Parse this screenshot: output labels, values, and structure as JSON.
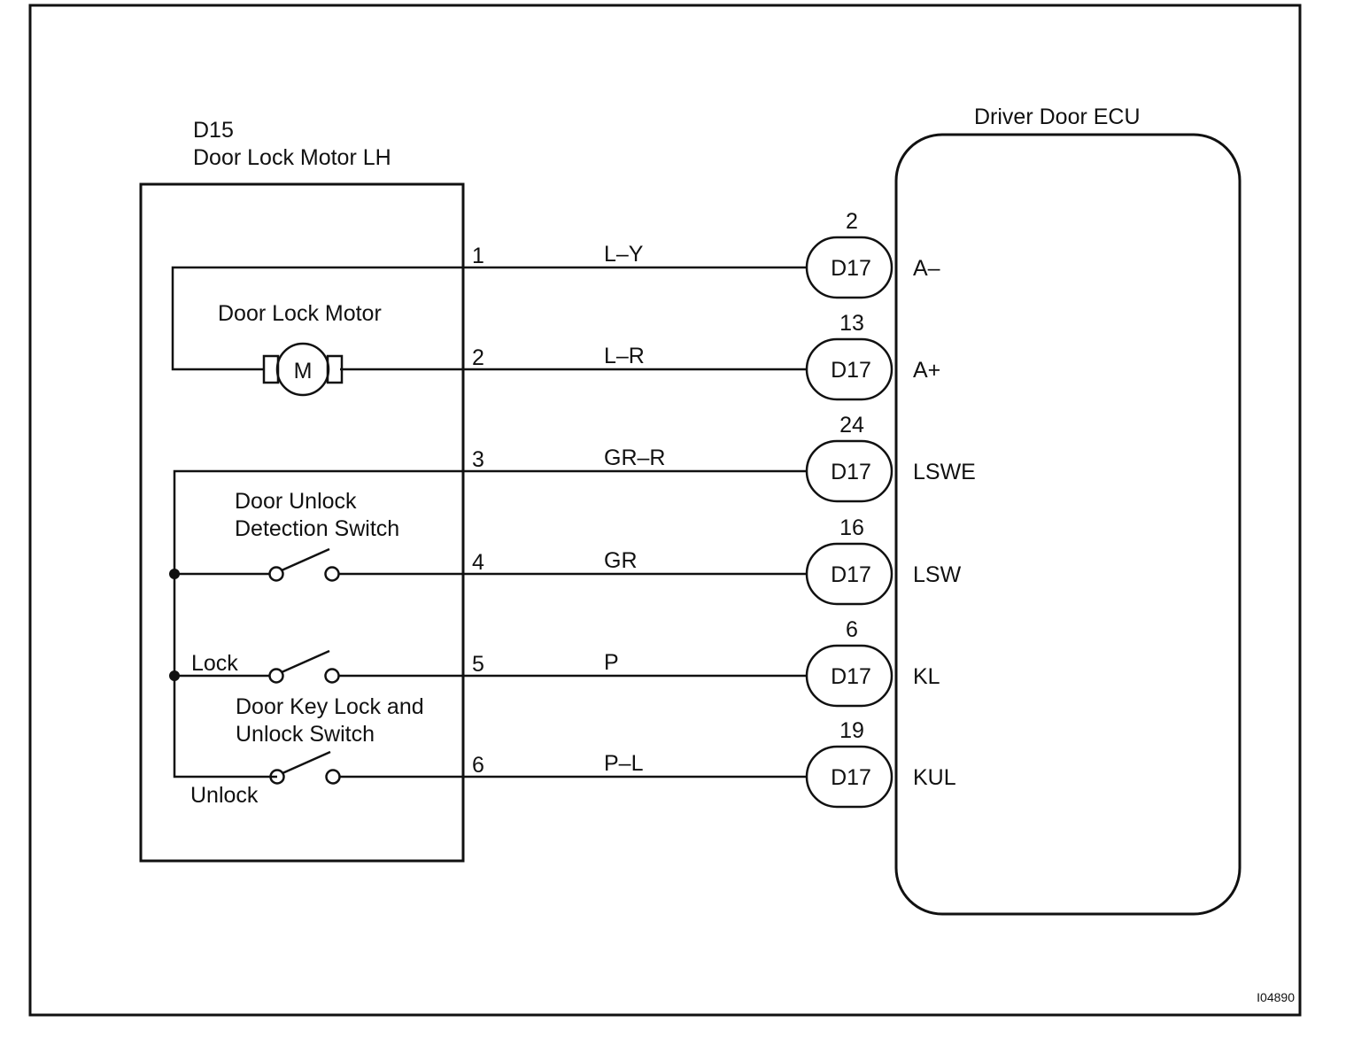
{
  "component": {
    "code": "D15",
    "name": "Door Lock Motor LH",
    "motor_label": "Door Lock Motor",
    "motor_symbol": "M",
    "unlock_detection_switch": "Door Unlock Detection Switch",
    "unlock_detection_switch_lines": [
      "Door Unlock",
      "Detection Switch"
    ],
    "key_switch_lines": [
      "Door Key Lock and",
      "Unlock Switch"
    ],
    "lock_label": "Lock",
    "unlock_label": "Unlock"
  },
  "ecu": {
    "name": "Driver Door ECU"
  },
  "connections": [
    {
      "pin": "1",
      "wire": "L–Y",
      "connector": "D17",
      "ecu_pin": "2",
      "terminal": "A–"
    },
    {
      "pin": "2",
      "wire": "L–R",
      "connector": "D17",
      "ecu_pin": "13",
      "terminal": "A+"
    },
    {
      "pin": "3",
      "wire": "GR–R",
      "connector": "D17",
      "ecu_pin": "24",
      "terminal": "LSWE"
    },
    {
      "pin": "4",
      "wire": "GR",
      "connector": "D17",
      "ecu_pin": "16",
      "terminal": "LSW"
    },
    {
      "pin": "5",
      "wire": "P",
      "connector": "D17",
      "ecu_pin": "6",
      "terminal": "KL"
    },
    {
      "pin": "6",
      "wire": "P–L",
      "connector": "D17",
      "ecu_pin": "19",
      "terminal": "KUL"
    }
  ],
  "figure_id": "I04890"
}
